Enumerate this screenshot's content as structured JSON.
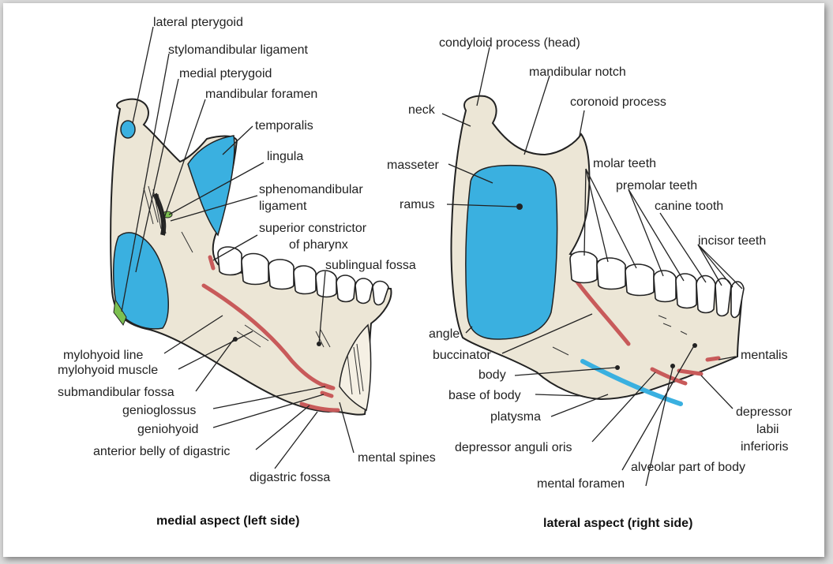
{
  "medial": {
    "caption": "medial aspect (left side)",
    "labels": {
      "lateral_pterygoid": "lateral pterygoid",
      "stylomandibular_ligament": "stylomandibular ligament",
      "medial_pterygoid": "medial pterygoid",
      "mandibular_foramen": "mandibular foramen",
      "temporalis": "temporalis",
      "lingula": "lingula",
      "sphenomandibular_1": "sphenomandibular",
      "sphenomandibular_2": "ligament",
      "superior_constrictor_1": "superior constrictor",
      "superior_constrictor_2": "of pharynx",
      "sublingual_fossa": "sublingual fossa",
      "mylohyoid_line": "mylohyoid line",
      "mylohyoid_muscle": "mylohyoid muscle",
      "submandibular_fossa": "submandibular fossa",
      "genioglossus": "genioglossus",
      "geniohyoid": "geniohyoid",
      "anterior_belly_digastric": "anterior belly of digastric",
      "digastric_fossa": "digastric fossa",
      "mental_spines": "mental spines"
    }
  },
  "lateral": {
    "caption": "lateral aspect (right side)",
    "labels": {
      "condyloid_process": "condyloid process (head)",
      "mandibular_notch": "mandibular notch",
      "neck": "neck",
      "coronoid_process": "coronoid process",
      "masseter": "masseter",
      "molar_teeth": "molar teeth",
      "premolar_teeth": "premolar teeth",
      "ramus": "ramus",
      "canine_tooth": "canine tooth",
      "incisor_teeth": "incisor teeth",
      "angle": "angle",
      "buccinator": "buccinator",
      "mentalis": "mentalis",
      "body": "body",
      "base_of_body": "base of body",
      "depressor_labii_1": "depressor",
      "depressor_labii_2": "labii",
      "depressor_labii_3": "inferioris",
      "platysma": "platysma",
      "depressor_anguli_oris": "depressor anguli oris",
      "alveolar_part": "alveolar part of body",
      "mental_foramen": "mental foramen"
    }
  },
  "colors": {
    "bone": "#ece6d6",
    "muscle_attachment_blue": "#3ab0e0",
    "muscle_line_red": "#c85a5a",
    "ligament_green": "#7cc050"
  }
}
